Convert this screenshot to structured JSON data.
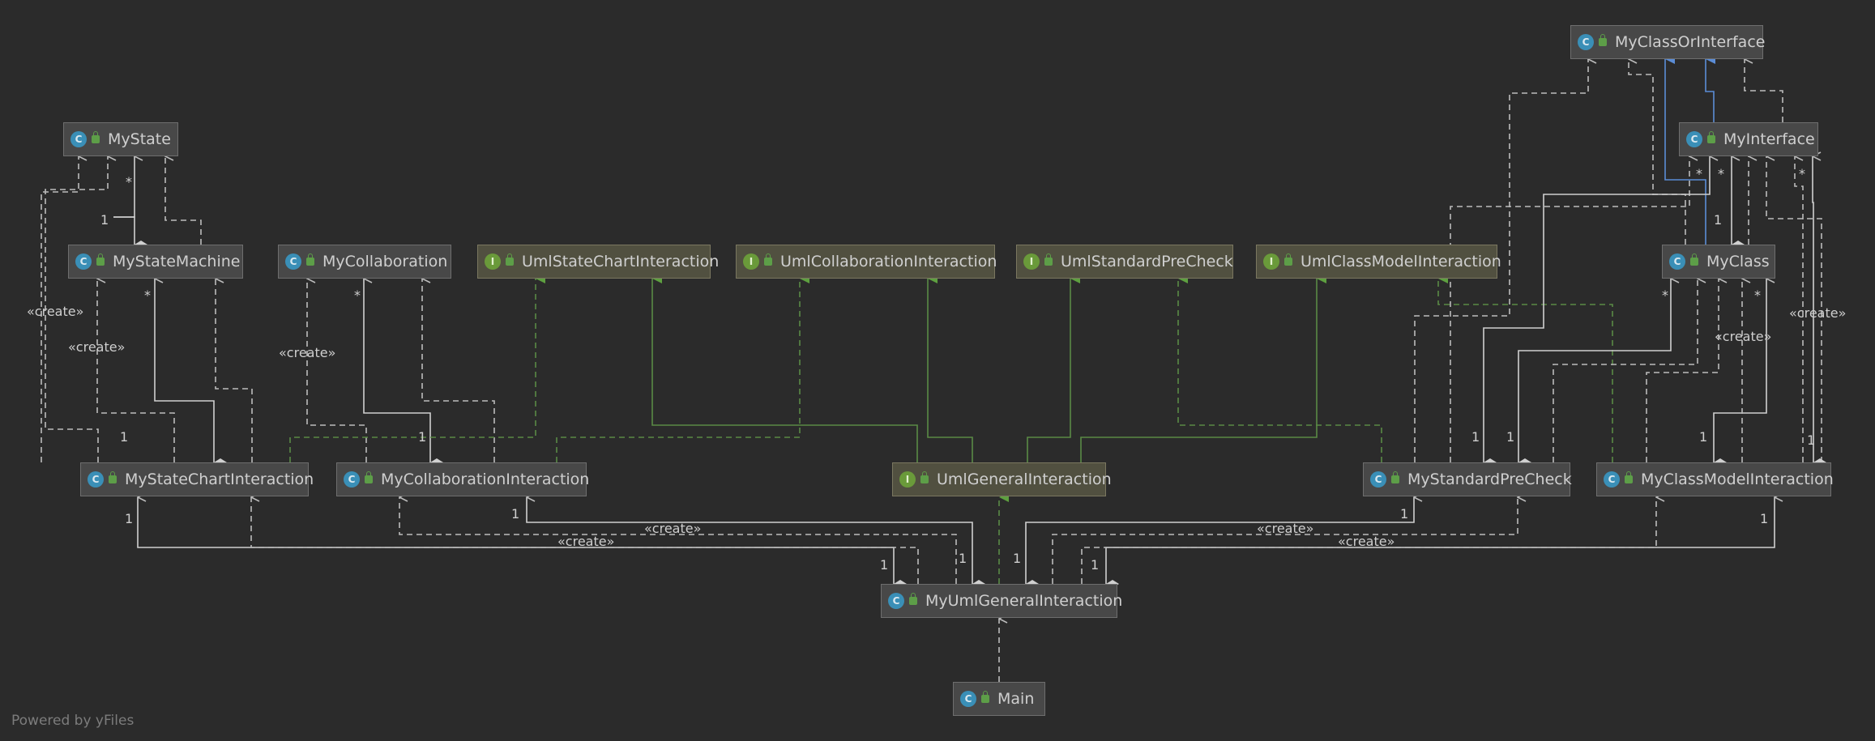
{
  "colors": {
    "background": "#2b2b2b",
    "edge_gray": "#bcbcbc",
    "edge_green": "#5a8a45",
    "edge_blue": "#5b8dd6",
    "class_badge": "#3a8fb7",
    "interface_badge": "#6a9a3a"
  },
  "footer": "Powered by yFiles",
  "nodes": [
    {
      "id": "MyClassOrInterface",
      "label": "MyClassOrInterface",
      "kind": "class",
      "icon": "class-icon"
    },
    {
      "id": "MyState",
      "label": "MyState",
      "kind": "class",
      "icon": "class-icon"
    },
    {
      "id": "MyInterface",
      "label": "MyInterface",
      "kind": "class",
      "icon": "class-icon"
    },
    {
      "id": "MyStateMachine",
      "label": "MyStateMachine",
      "kind": "class",
      "icon": "class-icon"
    },
    {
      "id": "MyCollaboration",
      "label": "MyCollaboration",
      "kind": "class",
      "icon": "class-icon"
    },
    {
      "id": "UmlStateChartInteraction",
      "label": "UmlStateChartInteraction",
      "kind": "interface",
      "icon": "interface-icon"
    },
    {
      "id": "UmlCollaborationInteraction",
      "label": "UmlCollaborationInteraction",
      "kind": "interface",
      "icon": "interface-icon"
    },
    {
      "id": "UmlStandardPreCheck",
      "label": "UmlStandardPreCheck",
      "kind": "interface",
      "icon": "interface-icon"
    },
    {
      "id": "UmlClassModelInteraction",
      "label": "UmlClassModelInteraction",
      "kind": "interface",
      "icon": "interface-icon"
    },
    {
      "id": "MyClass",
      "label": "MyClass",
      "kind": "class",
      "icon": "class-icon"
    },
    {
      "id": "MyStateChartInteraction",
      "label": "MyStateChartInteraction",
      "kind": "class",
      "icon": "class-icon"
    },
    {
      "id": "MyCollaborationInteraction",
      "label": "MyCollaborationInteraction",
      "kind": "class",
      "icon": "class-icon"
    },
    {
      "id": "UmlGeneralInteraction",
      "label": "UmlGeneralInteraction",
      "kind": "interface",
      "icon": "interface-icon"
    },
    {
      "id": "MyStandardPreCheck",
      "label": "MyStandardPreCheck",
      "kind": "class",
      "icon": "class-icon"
    },
    {
      "id": "MyClassModelInteraction",
      "label": "MyClassModelInteraction",
      "kind": "class",
      "icon": "class-icon"
    },
    {
      "id": "MyUmlGeneralInteraction",
      "label": "MyUmlGeneralInteraction",
      "kind": "class",
      "icon": "class-icon"
    },
    {
      "id": "Main",
      "label": "Main",
      "kind": "class",
      "icon": "main-class-icon"
    }
  ],
  "edge_labels": {
    "create": "«create»",
    "one": "1",
    "many": "*"
  }
}
